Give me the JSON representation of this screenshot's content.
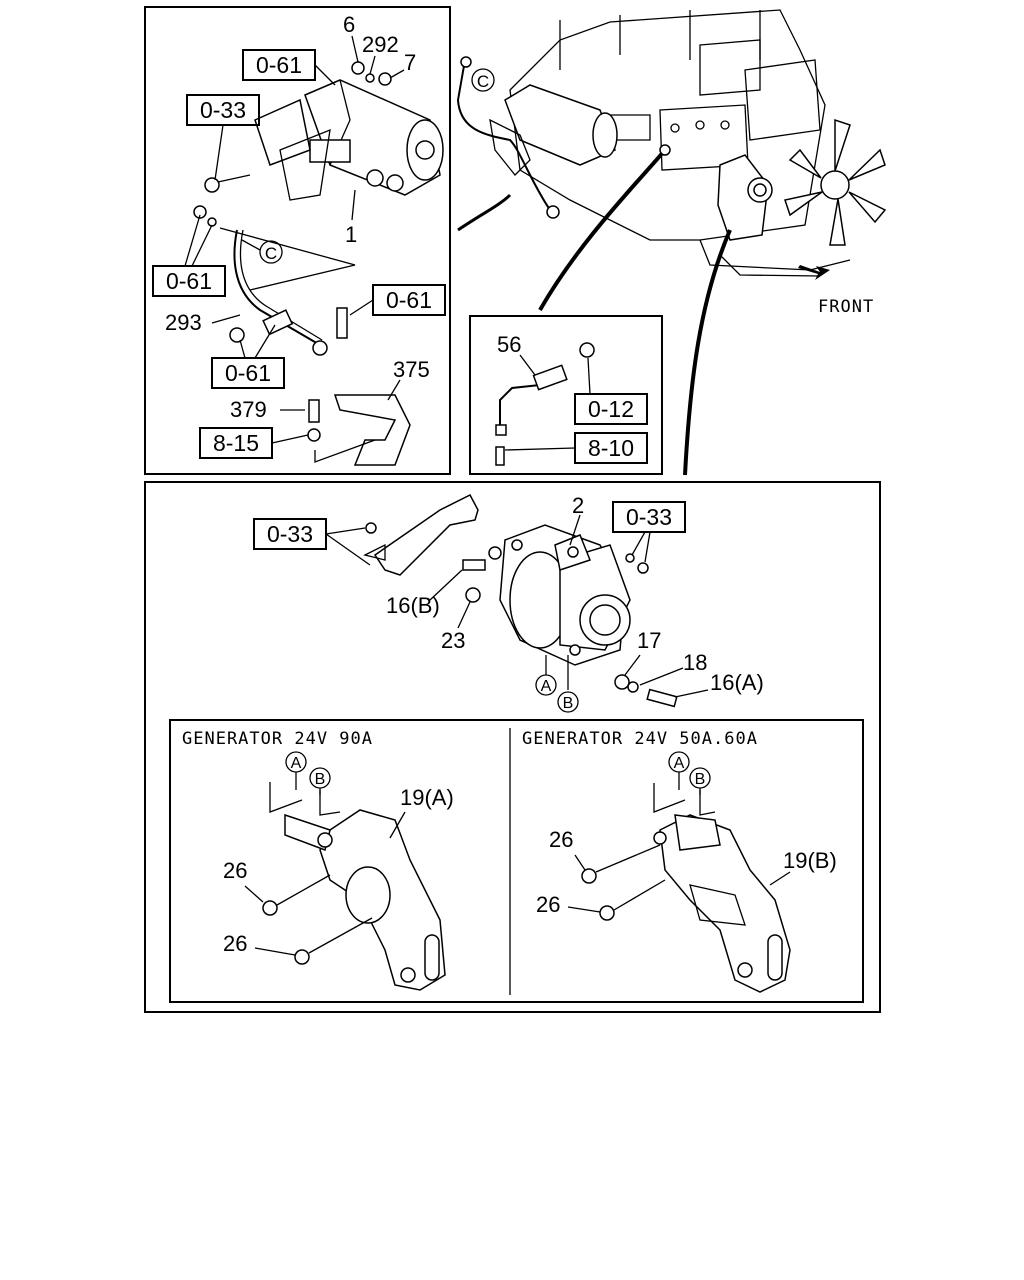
{
  "panels": {
    "starter": {
      "refs": [
        "0-61",
        "0-33",
        "0-61",
        "0-61",
        "0-61",
        "8-15"
      ],
      "numbers": [
        "6",
        "292",
        "7",
        "1",
        "293",
        "375",
        "379"
      ],
      "circle": "C"
    },
    "engine": {
      "circle": "C",
      "front": "FRONT"
    },
    "sensor": {
      "number": "56",
      "refs": [
        "0-12",
        "8-10"
      ]
    },
    "alternator": {
      "refs": [
        "0-33",
        "0-33"
      ],
      "numbers": [
        "2",
        "16(B)",
        "23",
        "17",
        "18",
        "16(A)"
      ],
      "circles": [
        "A",
        "B"
      ]
    },
    "gen90": {
      "title": "GENERATOR 24V 90A",
      "numbers": [
        "19(A)",
        "26",
        "26"
      ],
      "circles": [
        "A",
        "B"
      ]
    },
    "gen50": {
      "title": "GENERATOR 24V 50A.60A",
      "numbers": [
        "19(B)",
        "26",
        "26"
      ],
      "circles": [
        "A",
        "B"
      ]
    }
  }
}
